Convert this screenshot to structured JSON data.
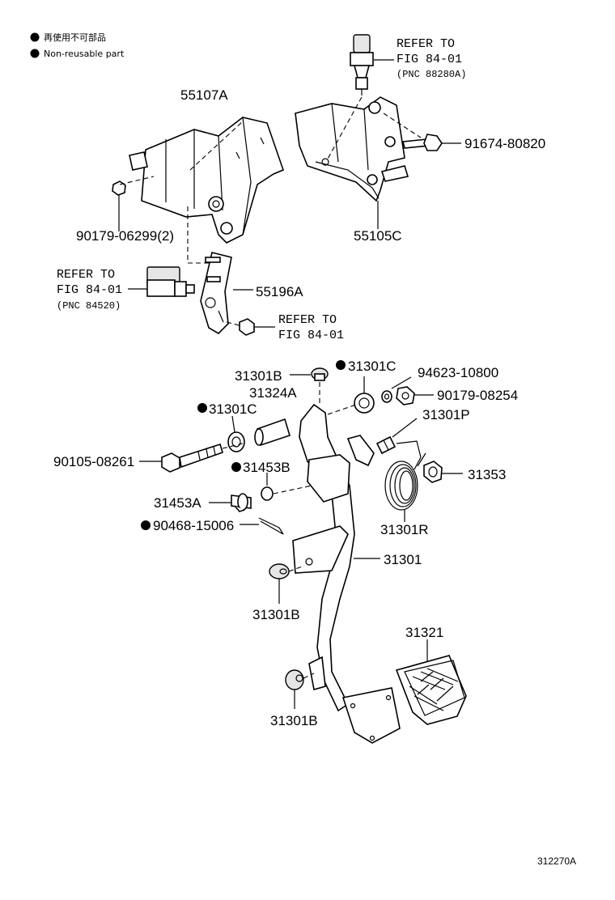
{
  "legend": {
    "ja": "再使用不可部品",
    "en": "Non-reusable part"
  },
  "callouts": {
    "ref_top_line1": "REFER TO",
    "ref_top_line2": "FIG 84-01",
    "ref_top_pnc": "(PNC 88280A)",
    "p91674": "91674-80820",
    "p55107A": "55107A",
    "p90179_06299": "90179-06299(2)",
    "p55105C": "55105C",
    "ref_left_line1": "REFER TO",
    "ref_left_line2": "FIG 84-01",
    "ref_left_pnc": "(PNC 84520)",
    "p55196A": "55196A",
    "ref_mid_line1": "REFER TO",
    "ref_mid_line2": "FIG 84-01",
    "p31301B_top": "31301B",
    "p31324A": "31324A",
    "p31301C_top": "31301C",
    "p94623": "94623-10800",
    "p90179_08254": "90179-08254",
    "p31301C_left": "31301C",
    "p31301P": "31301P",
    "p90105": "90105-08261",
    "p31453B": "31453B",
    "p31353": "31353",
    "p31453A": "31453A",
    "p90468": "90468-15006",
    "p31301R": "31301R",
    "p31301": "31301",
    "p31301B_mid": "31301B",
    "p31321": "31321",
    "p31301B_bot": "31301B"
  },
  "figure_id": "312270A"
}
